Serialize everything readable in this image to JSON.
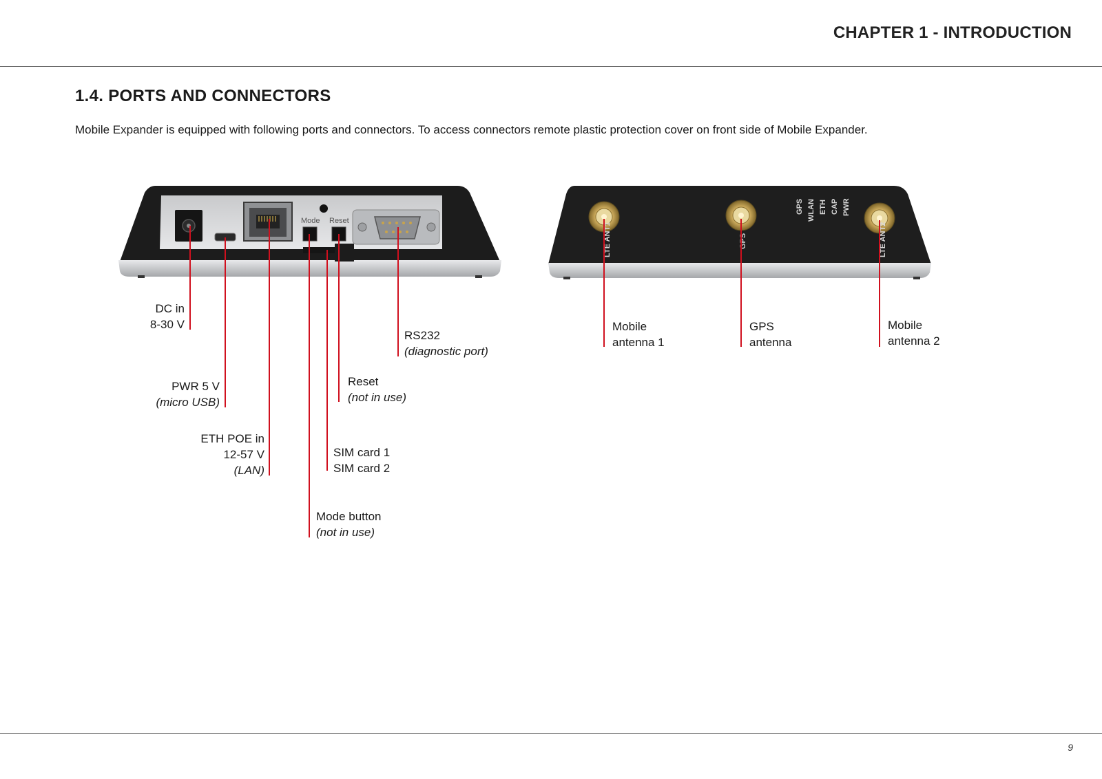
{
  "header": {
    "chapter": "CHAPTER 1 -  INTRODUCTION"
  },
  "section": {
    "title": "1.4.  PORTS AND CONNECTORS",
    "intro": "Mobile Expander is equipped with following ports and connectors. To access connectors remote plastic protection cover on front side of Mobile Expander."
  },
  "front_panel": {
    "button_labels": {
      "mode": "Mode",
      "reset": "Reset"
    },
    "callouts": {
      "dc_in": {
        "line1": "DC in",
        "line2": "8-30 V"
      },
      "pwr": {
        "line1": "PWR 5 V",
        "line2": "(micro USB)"
      },
      "eth": {
        "line1": "ETH POE in",
        "line2": "12-57 V",
        "line3": "(LAN)"
      },
      "mode": {
        "line1": "Mode button",
        "line2": "(not in use)"
      },
      "sim": {
        "line1": "SIM card 1",
        "line2": "SIM card 2"
      },
      "reset": {
        "line1": "Reset",
        "line2": "(not in use)"
      },
      "rs232": {
        "line1": "RS232",
        "line2": "(diagnostic port)"
      }
    }
  },
  "rear_panel": {
    "printed": {
      "ant1": "LTE ANT1",
      "gps": "GPS",
      "ant2": "LTE ANT2",
      "leds": [
        "GPS",
        "WLAN",
        "ETH",
        "CAP",
        "PWR"
      ]
    },
    "callouts": {
      "ant1": {
        "line1": "Mobile",
        "line2": "antenna 1"
      },
      "gps": {
        "line1": "GPS",
        "line2": "antenna"
      },
      "ant2": {
        "line1": "Mobile",
        "line2": "antenna 2"
      }
    }
  },
  "colors": {
    "leader_line": "#d0101e",
    "device_body": "#1e1e1e",
    "panel": "#d9dadc"
  },
  "footer": {
    "page_number": "9"
  }
}
